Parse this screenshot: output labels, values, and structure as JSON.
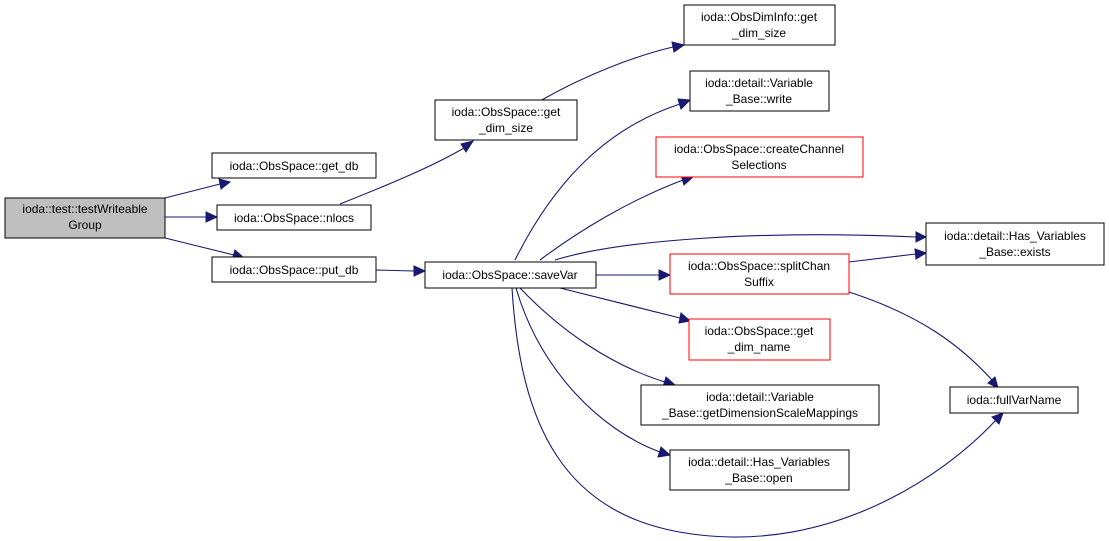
{
  "colors": {
    "edge": "#191970",
    "node_border": "#000000",
    "node_border_red": "#ff0000",
    "root_fill": "#bfbfbf",
    "node_fill": "#ffffff"
  },
  "nodes": {
    "root": [
      "ioda::test::testWriteable",
      "Group"
    ],
    "get_db": [
      "ioda::ObsSpace::get_db"
    ],
    "nlocs": [
      "ioda::ObsSpace::nlocs"
    ],
    "put_db": [
      "ioda::ObsSpace::put_db"
    ],
    "os_get_dim_size": [
      "ioda::ObsSpace::get",
      "_dim_size"
    ],
    "saveVar": [
      "ioda::ObsSpace::saveVar"
    ],
    "odi_get_dim_size": [
      "ioda::ObsDimInfo::get",
      "_dim_size"
    ],
    "var_write": [
      "ioda::detail::Variable",
      "_Base::write"
    ],
    "createChannel": [
      "ioda::ObsSpace::createChannel",
      "Selections"
    ],
    "exists": [
      "ioda::detail::Has_Variables",
      "_Base::exists"
    ],
    "splitChan": [
      "ioda::ObsSpace::splitChan",
      "Suffix"
    ],
    "get_dim_name": [
      "ioda::ObsSpace::get",
      "_dim_name"
    ],
    "getDimScale": [
      "ioda::detail::Variable",
      "_Base::getDimensionScaleMappings"
    ],
    "fullVarName": [
      "ioda::fullVarName"
    ],
    "hv_open": [
      "ioda::detail::Has_Variables",
      "_Base::open"
    ]
  }
}
